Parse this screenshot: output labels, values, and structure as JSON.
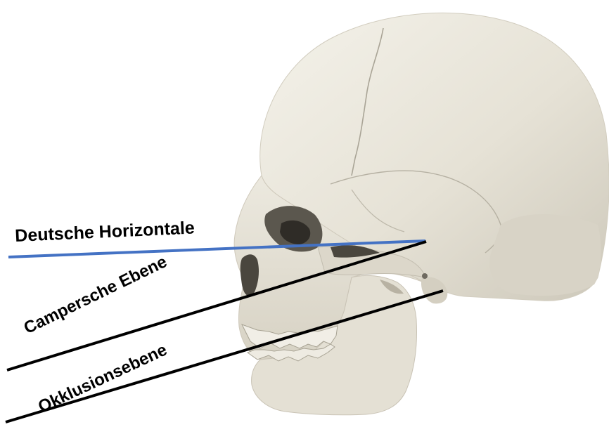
{
  "labels": {
    "deutsche_horizontale": "Deutsche Horizontale",
    "campersche_ebene": "Campersche Ebene",
    "okklusionsebene": "Okklusionsebene"
  },
  "colors": {
    "background": "#ffffff",
    "bone": "#e9e6dc",
    "bone_shadow": "#c9c5b8",
    "deutsche_horizontale_line": "#4472c4",
    "plane_lines": "#000000"
  }
}
